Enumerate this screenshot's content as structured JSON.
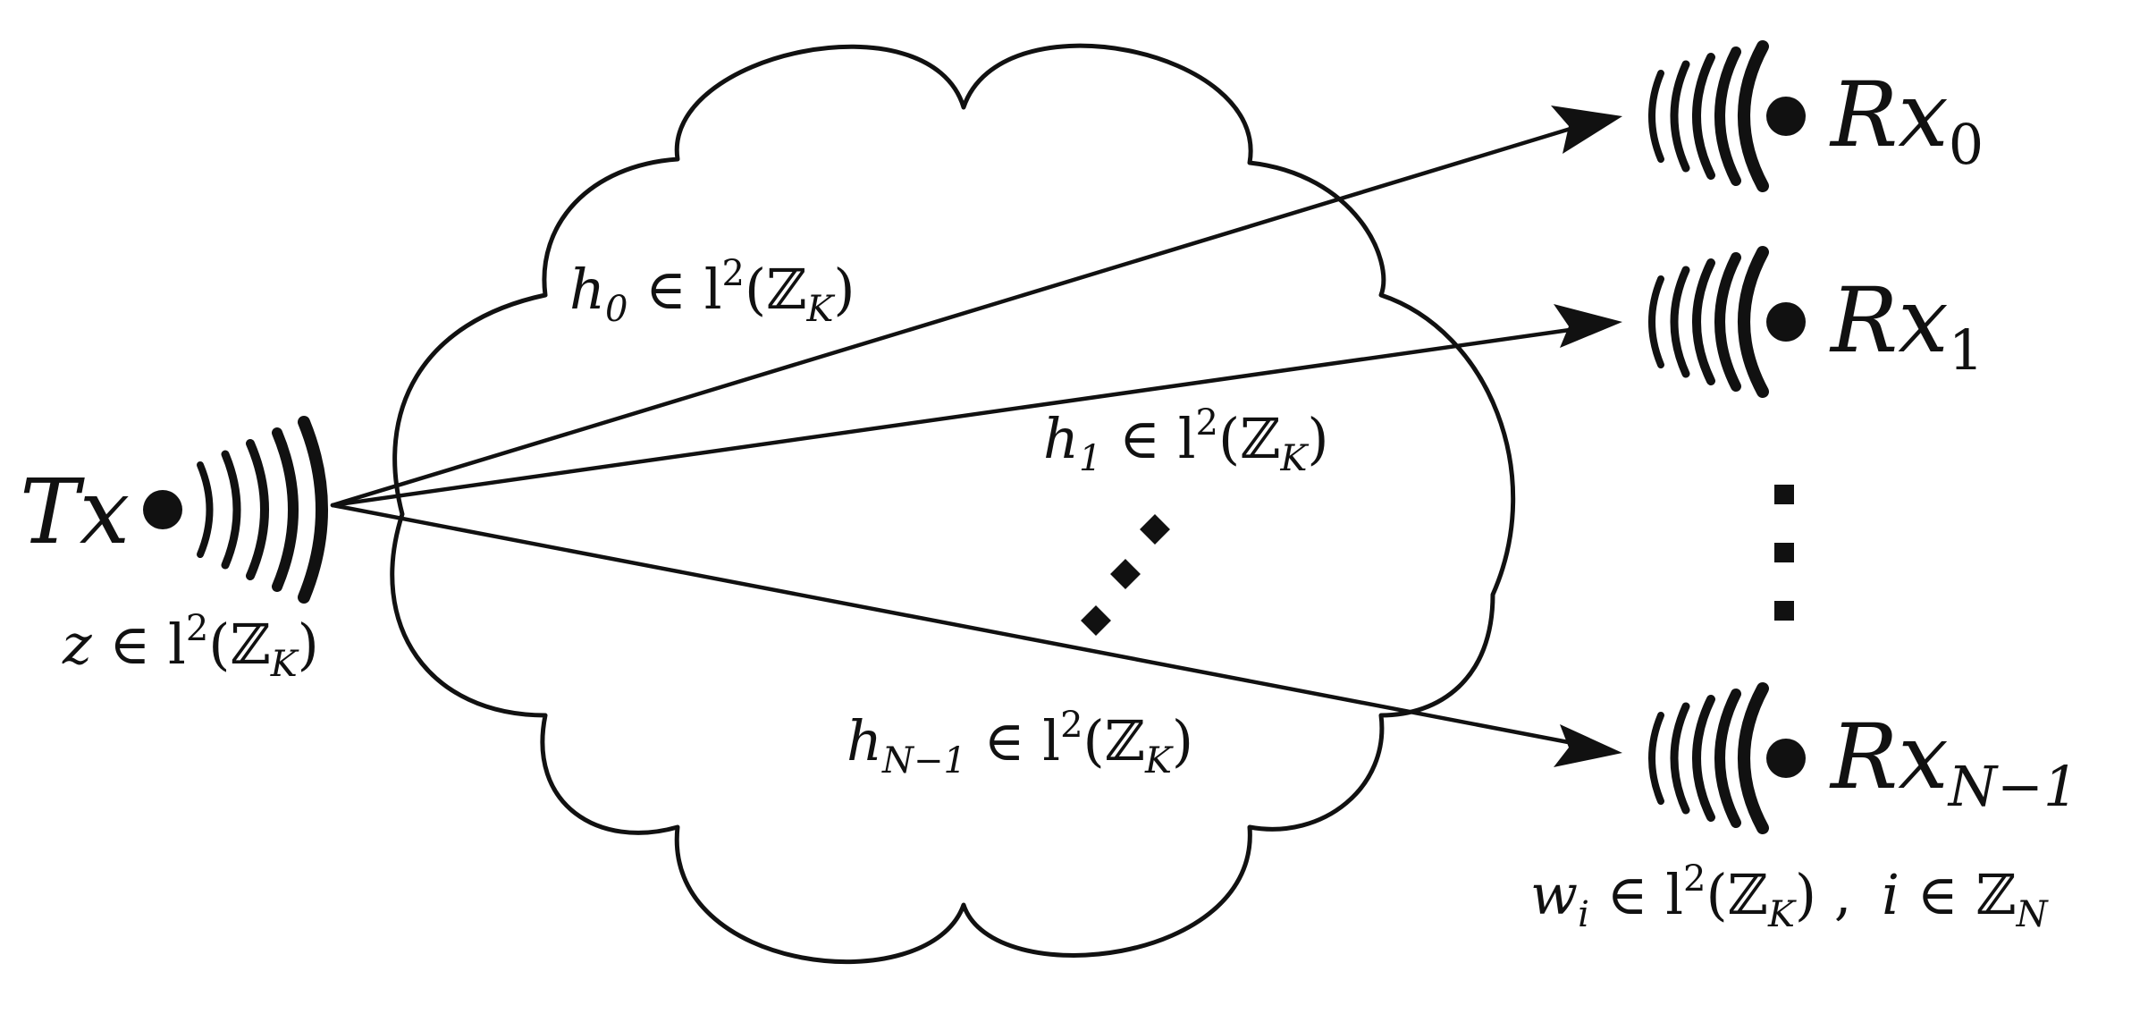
{
  "transmitter": {
    "name_main": "Tx",
    "signal_var": "z",
    "signal_in": "∈ l",
    "signal_sup": "2",
    "signal_space": "(ℤ",
    "signal_space_sub": "K",
    "signal_close": ")"
  },
  "receivers": [
    {
      "main": "Rx",
      "sub": "0"
    },
    {
      "main": "Rx",
      "sub": "1"
    },
    {
      "main": "Rx",
      "sub": "N−1"
    }
  ],
  "channels": [
    {
      "var": "h",
      "sub": "0",
      "in": "∈ l",
      "sup": "2",
      "space": "(ℤ",
      "space_sub": "K",
      "close": ")"
    },
    {
      "var": "h",
      "sub": "1",
      "in": "∈ l",
      "sup": "2",
      "space": "(ℤ",
      "space_sub": "K",
      "close": ")"
    },
    {
      "var": "h",
      "sub": "N−1",
      "in": "∈ l",
      "sup": "2",
      "space": "(ℤ",
      "space_sub": "K",
      "close": ")"
    }
  ],
  "receiver_signal": {
    "var": "w",
    "sub": "i",
    "in": "∈ l",
    "sup": "2",
    "space": "(ℤ",
    "space_sub": "K",
    "close": ") ,",
    "index_var": "i",
    "index_in": "∈ ℤ",
    "index_sub": "N"
  },
  "icons": {
    "transmitter": "antenna-waves-icon",
    "receiver": "antenna-waves-icon",
    "medium": "cloud-icon"
  },
  "colors": {
    "ink": "#111111",
    "background": "#ffffff"
  }
}
